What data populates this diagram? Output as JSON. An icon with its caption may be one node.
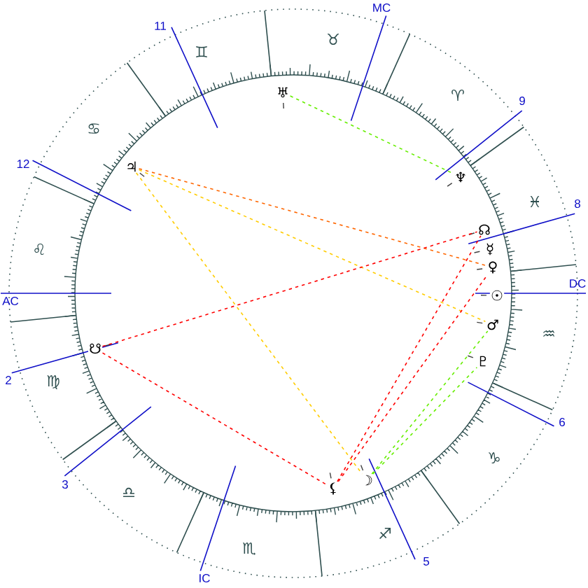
{
  "diagram": {
    "nodes": [
      {
        "text": [
          "♅"
        ]
      },
      {
        "text": [
          "♃"
        ]
      },
      {
        "text": [
          "♆"
        ]
      },
      {
        "text": [
          "☊"
        ]
      },
      {
        "text": [
          "☿"
        ]
      },
      {
        "text": [
          "♀"
        ]
      },
      {
        "text": [
          "☉"
        ]
      },
      {
        "text": [
          "♂"
        ]
      },
      {
        "text": [
          "☋"
        ]
      },
      {
        "text": [
          "♇"
        ]
      },
      {
        "text": [
          "⚸"
        ]
      },
      {
        "text": [
          "☽"
        ]
      }
    ],
    "edges": [
      {
        "from": 0,
        "to": 2,
        "arrow": "none",
        "style": "dashed",
        "color": "#66ee00"
      },
      {
        "from": 1,
        "to": 5,
        "arrow": "none",
        "style": "dashed",
        "color": "#ff6600"
      },
      {
        "from": 1,
        "to": 7,
        "arrow": "none",
        "style": "dashed",
        "color": "#ffcc00"
      },
      {
        "from": 1,
        "to": 11,
        "arrow": "none",
        "style": "dashed",
        "color": "#ffcc00"
      },
      {
        "from": 8,
        "to": 3,
        "arrow": "none",
        "style": "dashed",
        "color": "#ff0000"
      },
      {
        "from": 8,
        "to": 10,
        "arrow": "none",
        "style": "dashed",
        "color": "#ff0000"
      },
      {
        "from": 10,
        "to": 3,
        "arrow": "none",
        "style": "dashed",
        "color": "#ff0000"
      },
      {
        "from": 10,
        "to": 5,
        "arrow": "none",
        "style": "dashed",
        "color": "#ff0000"
      },
      {
        "from": 11,
        "to": 7,
        "arrow": "none",
        "style": "dashed",
        "color": "#66ee00"
      },
      {
        "from": 11,
        "to": 9,
        "arrow": "none",
        "style": "dashed",
        "color": "#66ee00"
      }
    ],
    "labels": [
      "MC",
      "11",
      "♉",
      "♊",
      "♈",
      "9",
      "♋",
      "12",
      "♓",
      "8",
      "♌",
      "DC",
      "AC",
      "♒",
      "2",
      "♍",
      "6",
      "♑",
      "3",
      "♎",
      "♐",
      "♏",
      "5",
      "IC"
    ]
  }
}
